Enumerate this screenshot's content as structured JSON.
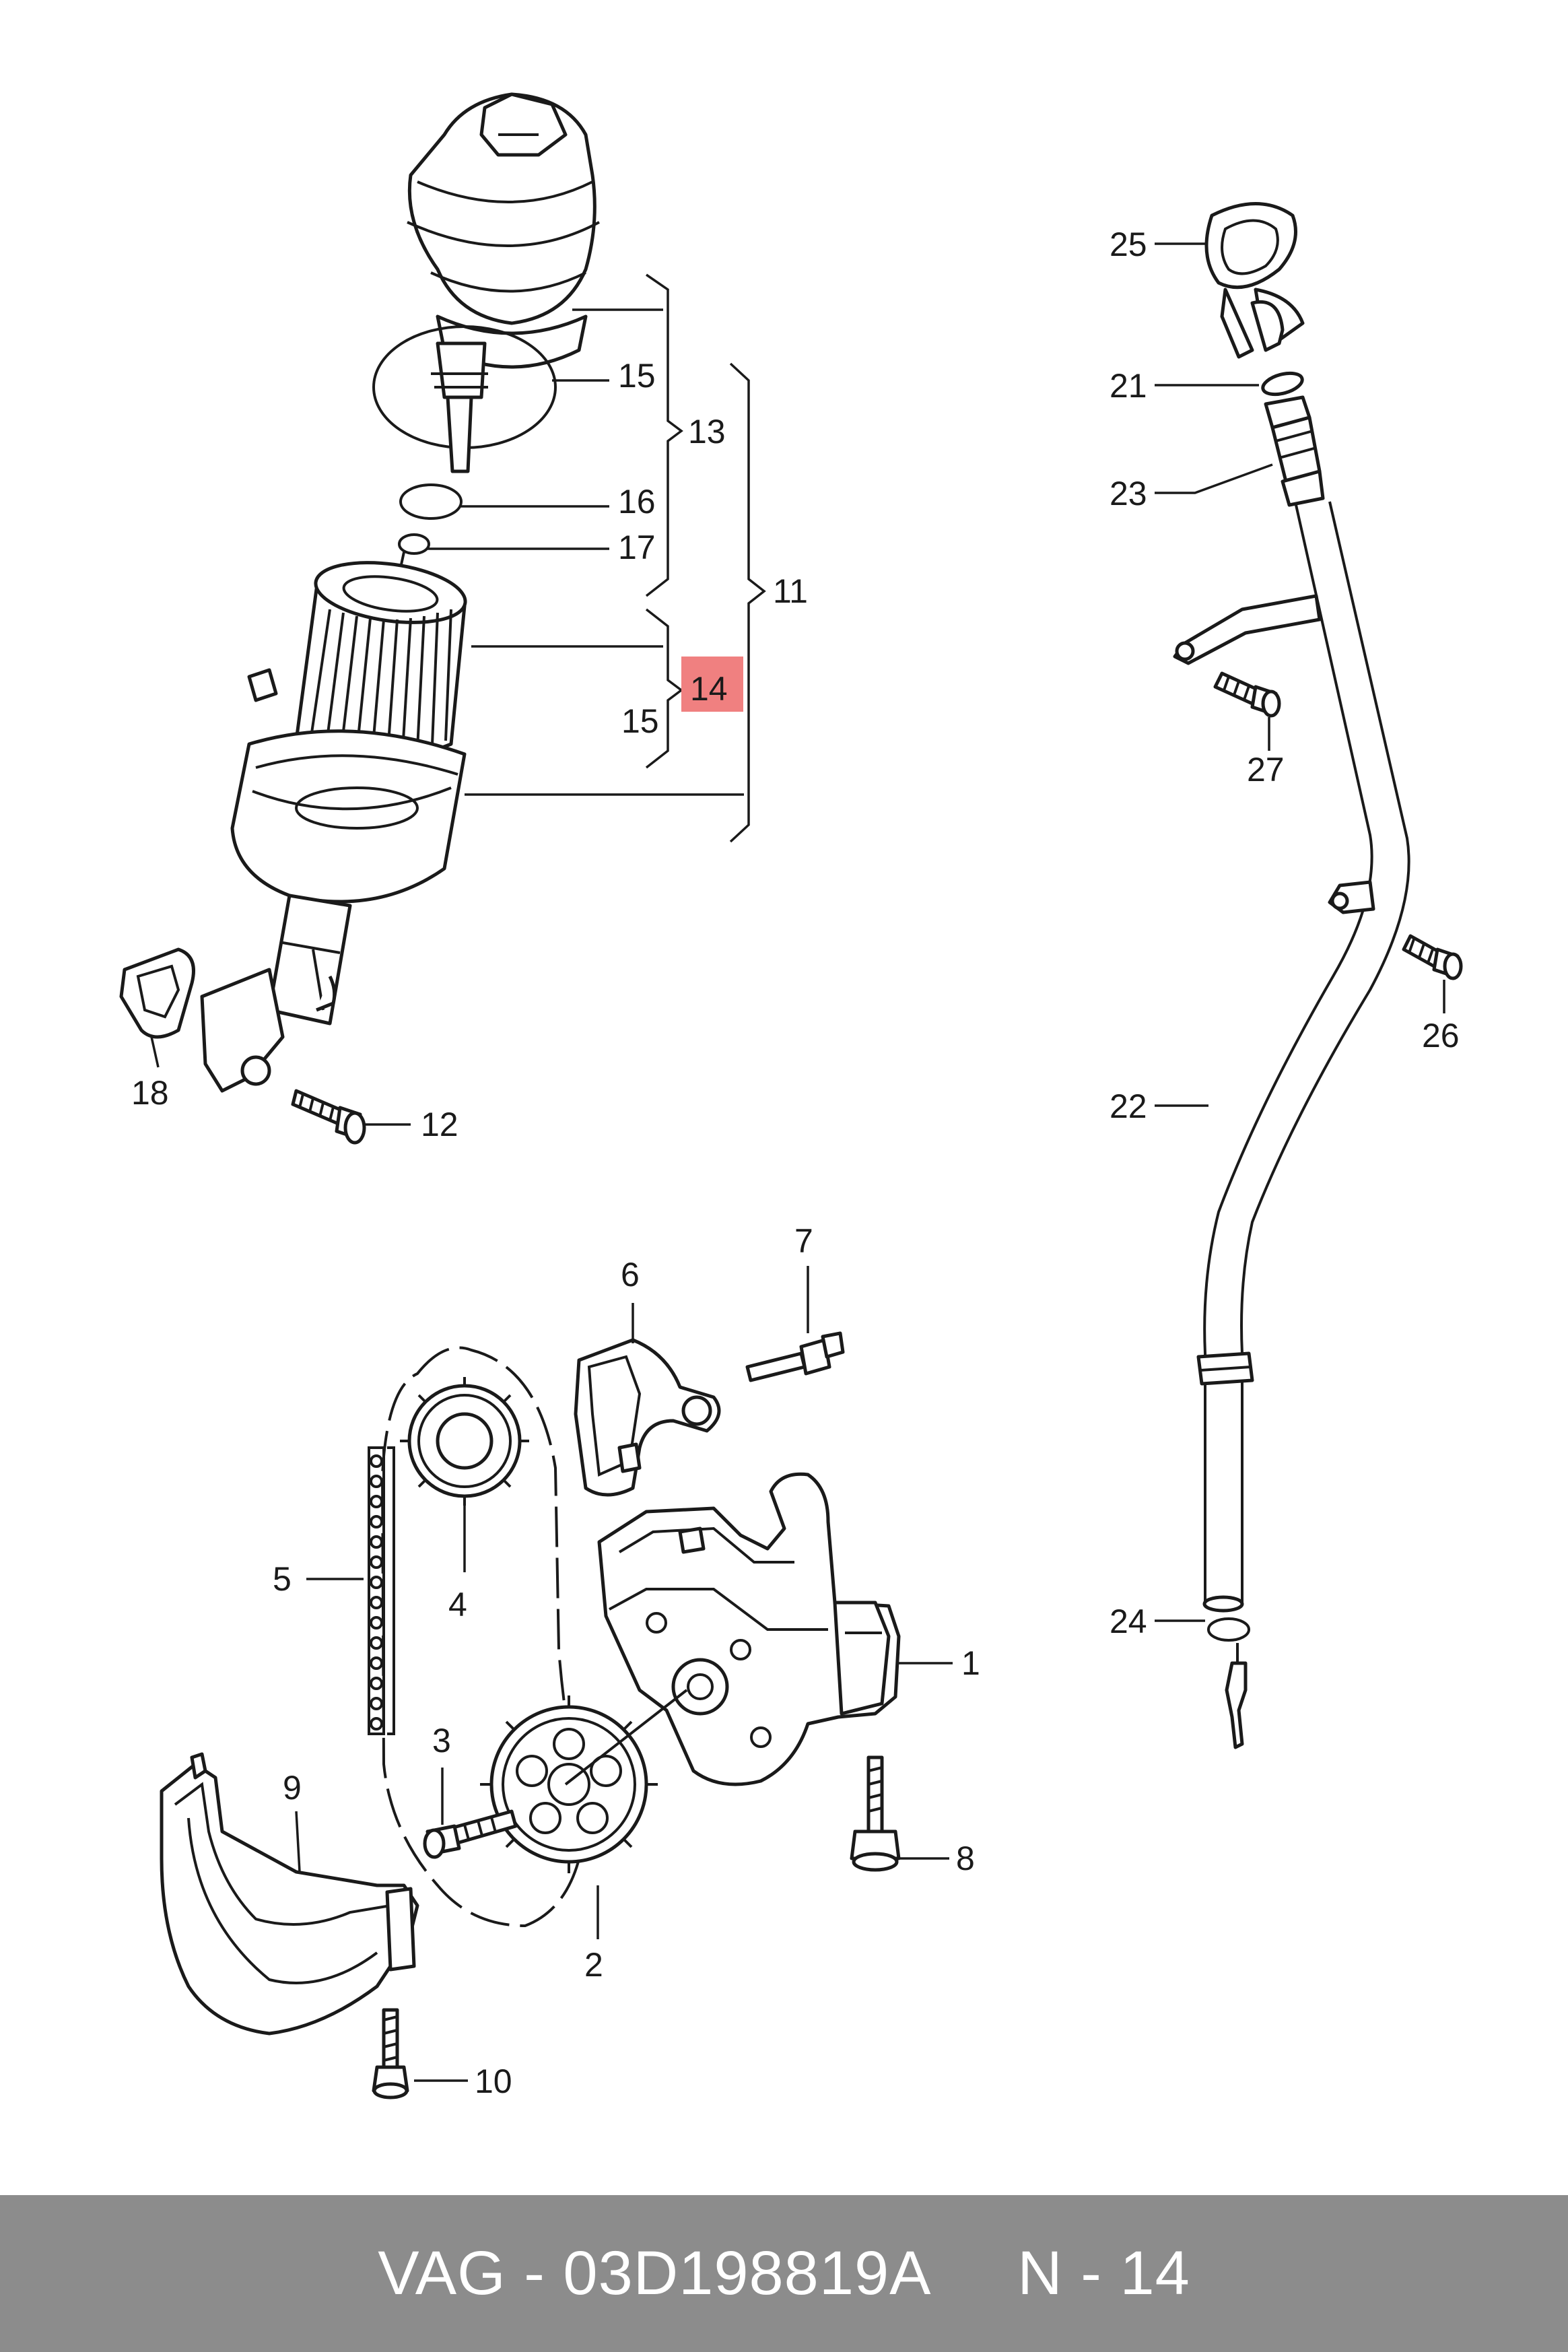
{
  "callouts": [
    {
      "id": "1",
      "text": "1"
    },
    {
      "id": "2",
      "text": "2"
    },
    {
      "id": "3",
      "text": "3"
    },
    {
      "id": "4",
      "text": "4"
    },
    {
      "id": "5",
      "text": "5"
    },
    {
      "id": "6",
      "text": "6"
    },
    {
      "id": "7",
      "text": "7"
    },
    {
      "id": "8",
      "text": "8"
    },
    {
      "id": "9",
      "text": "9"
    },
    {
      "id": "10",
      "text": "10"
    },
    {
      "id": "11",
      "text": "11"
    },
    {
      "id": "12",
      "text": "12"
    },
    {
      "id": "13",
      "text": "13"
    },
    {
      "id": "14",
      "text": "14"
    },
    {
      "id": "15a",
      "text": "15"
    },
    {
      "id": "15b",
      "text": "15"
    },
    {
      "id": "16",
      "text": "16"
    },
    {
      "id": "17",
      "text": "17"
    },
    {
      "id": "18",
      "text": "18"
    },
    {
      "id": "21",
      "text": "21"
    },
    {
      "id": "22",
      "text": "22"
    },
    {
      "id": "23",
      "text": "23"
    },
    {
      "id": "24",
      "text": "24"
    },
    {
      "id": "25",
      "text": "25"
    },
    {
      "id": "26",
      "text": "26"
    },
    {
      "id": "27",
      "text": "27"
    }
  ],
  "highlight": {
    "callout": "14",
    "color": "#f08080"
  },
  "footer": {
    "text": "VAG - 03D198819A     N - 14"
  },
  "colors": {
    "line": "#1a1a1a",
    "footer_bg": "#8c8c8c",
    "footer_text": "#ffffff"
  }
}
